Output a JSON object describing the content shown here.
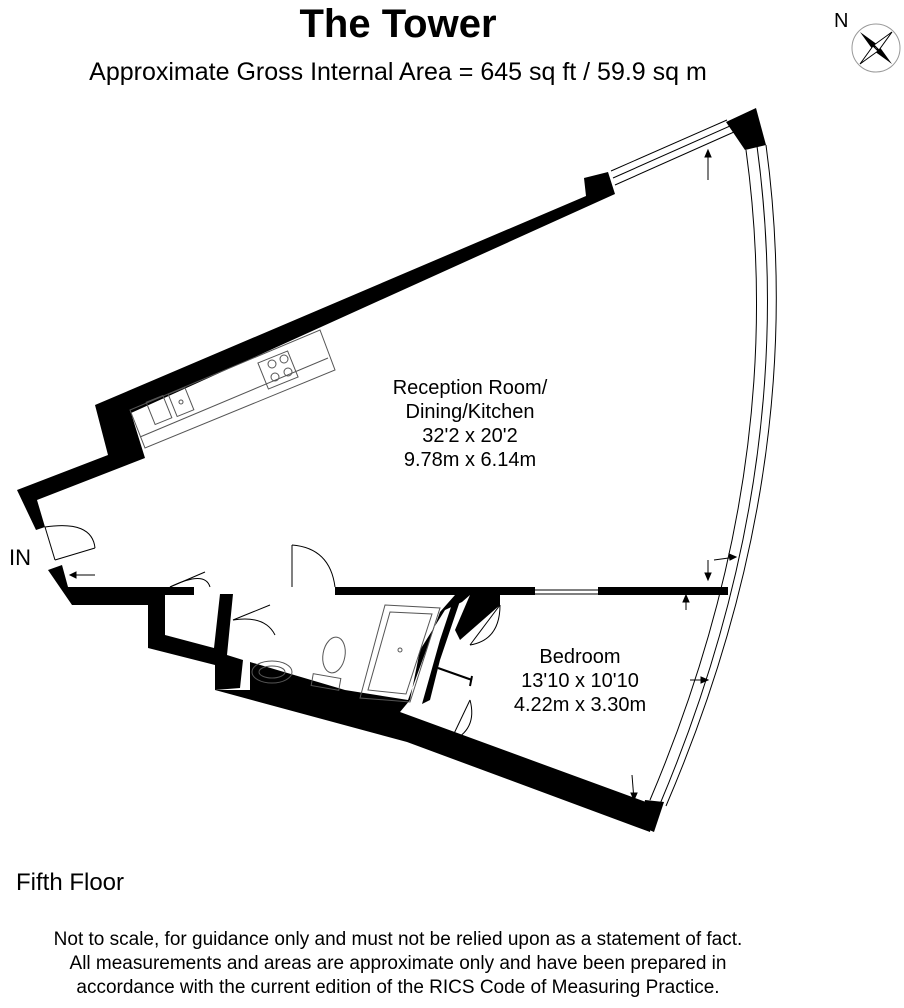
{
  "header": {
    "title": "The Tower",
    "area": "Approximate Gross Internal Area = 645 sq ft / 59.9 sq m"
  },
  "compass": {
    "letter": "N",
    "icon": "compass-rose-icon"
  },
  "rooms": {
    "reception": {
      "name_line1": "Reception Room/",
      "name_line2": "Dining/Kitchen",
      "imperial": "32'2 x 20'2",
      "metric": "9.78m x 6.14m"
    },
    "bedroom": {
      "name": "Bedroom",
      "imperial": "13'10 x 10'10",
      "metric": "4.22m x 3.30m"
    }
  },
  "entrance_label": "IN",
  "floor_name": "Fifth Floor",
  "disclaimer": {
    "line1": "Not to scale, for guidance only and must not be relied upon as a statement of fact.",
    "line2": "All measurements and areas are approximate only and have been prepared in",
    "line3": "accordance with the current edition of the RICS Code of Measuring Practice."
  },
  "colors": {
    "wall": "#000000",
    "background": "#ffffff",
    "fixture_line": "#555555"
  }
}
